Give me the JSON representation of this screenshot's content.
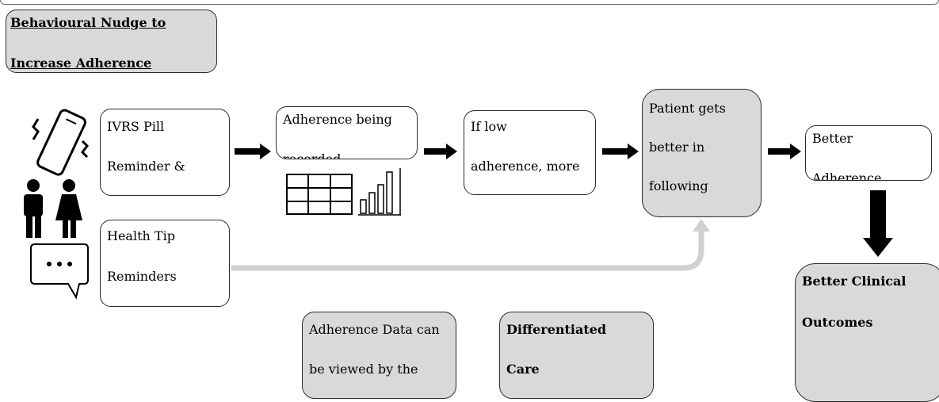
{
  "title": {
    "line1": "Behavioural Nudge to",
    "line2": "Increase Adherence"
  },
  "boxes": {
    "ivrs": {
      "line1": "IVRS Pill",
      "line2": "Reminder &"
    },
    "health_tip": {
      "line1": "Health Tip",
      "line2": "Reminders"
    },
    "adherence_recorded": {
      "line1": "Adherence being",
      "line2": "recorded"
    },
    "low_adherence": {
      "line1": "If low",
      "line2": "adherence, more"
    },
    "patient_better": {
      "line1": "Patient gets",
      "line2": "better in",
      "line3": "following"
    },
    "better_adherence": {
      "line1": "Better",
      "line2": "Adherence"
    },
    "clinical_outcomes": {
      "line1": "Better Clinical",
      "line2": "Outcomes"
    },
    "adherence_data": {
      "line1": "Adherence Data can",
      "line2": "be viewed by the"
    },
    "differentiated": {
      "line1": "Differentiated",
      "line2": "Care"
    }
  },
  "icons": [
    "vibrating-phone-icon",
    "man-icon",
    "woman-icon",
    "chat-bubble-icon",
    "table-grid-icon",
    "bar-chart-icon"
  ],
  "colors": {
    "grey_fill": "#d9d9d9",
    "connector": "#d0d0d0",
    "arrow": "#000000"
  }
}
